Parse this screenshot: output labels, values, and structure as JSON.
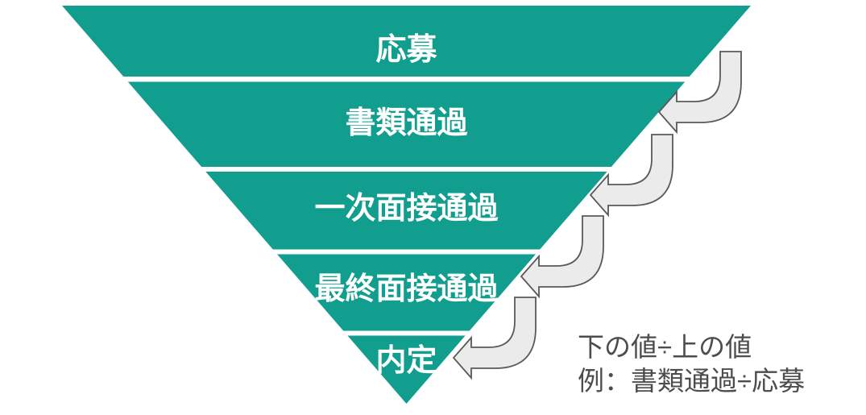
{
  "funnel": {
    "type": "inverted-pyramid-funnel",
    "stages": [
      {
        "label": "応募"
      },
      {
        "label": "書類通過"
      },
      {
        "label": "一次面接通過"
      },
      {
        "label": "最終面接通過"
      },
      {
        "label": "内定"
      }
    ]
  },
  "note": {
    "line1": "下の値÷上の値",
    "line2": "例：書類通過÷応募"
  },
  "colors": {
    "funnel_fill": "#119E8F",
    "stage_label": "#FFFFFF",
    "arrow_fill": "#EBEBEB",
    "arrow_stroke": "#595959",
    "note_text": "#4D4D4D",
    "background": "#FFFFFF"
  }
}
